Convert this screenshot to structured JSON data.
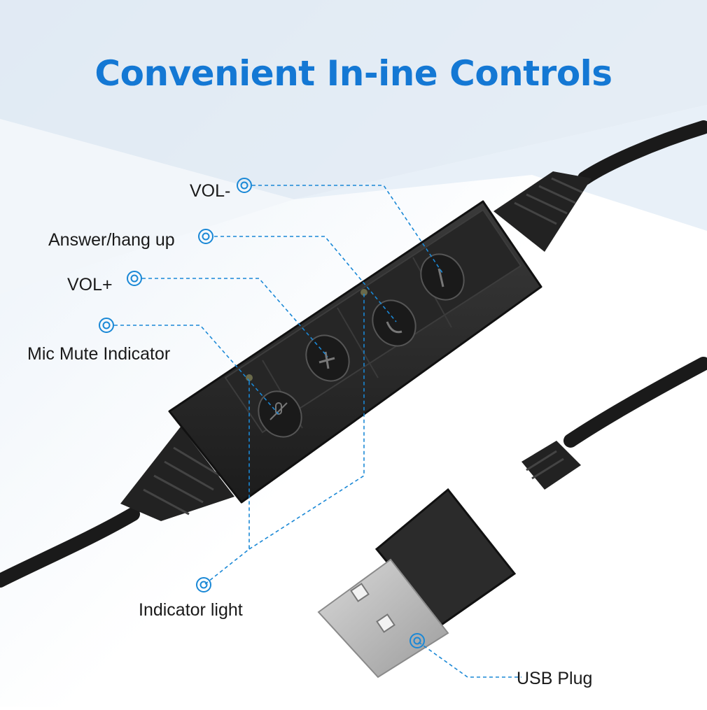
{
  "title": "Convenient In-ine Controls",
  "colors": {
    "title": "#1478d4",
    "callout": "#1a88d6",
    "body": "#2b2b2b",
    "button": "#1f1f1f",
    "usb_metal": "#b9b9b9"
  },
  "callouts": {
    "vol_minus": "VOL-",
    "answer": "Answer/hang up",
    "vol_plus": "VOL+",
    "mic_mute": "Mic Mute Indicator",
    "indicator": "Indicator light",
    "usb": "USB Plug"
  },
  "icons": {
    "vol_minus": "minus-icon",
    "answer": "phone-handset-icon",
    "vol_plus": "plus-icon",
    "mic_mute": "mic-mute-icon"
  }
}
